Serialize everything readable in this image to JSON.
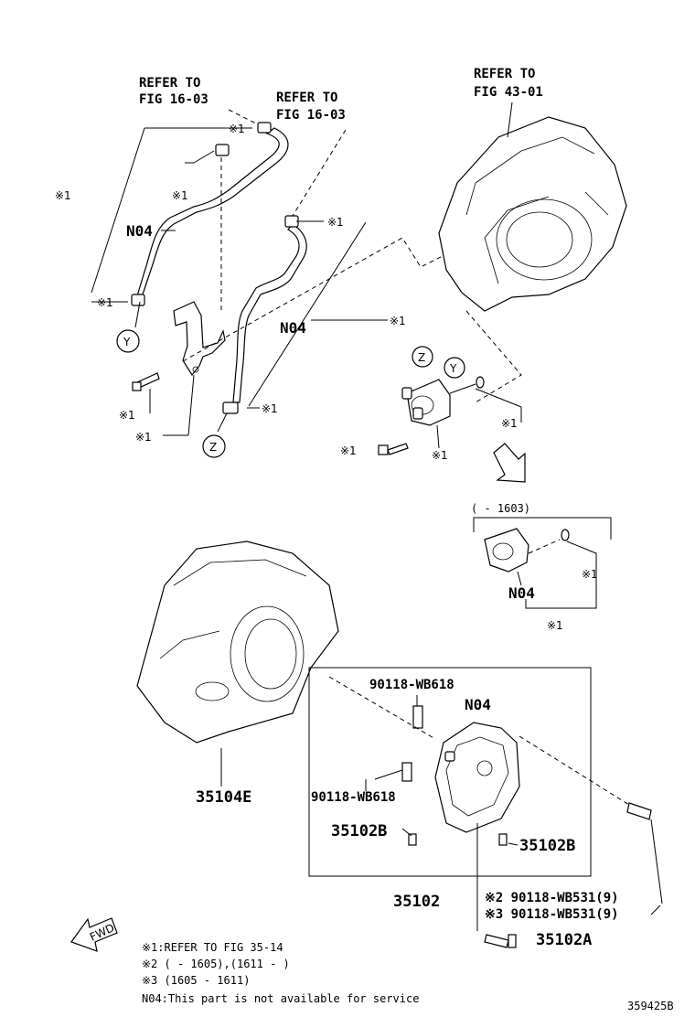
{
  "refs": {
    "ref_a_line1": "REFER TO",
    "ref_a_line2": "FIG 16-03",
    "ref_b_line1": "REFER TO",
    "ref_b_line2": "FIG 16-03",
    "ref_c_line1": "REFER TO",
    "ref_c_line2": "FIG 43-01"
  },
  "marks": {
    "x1": "※1",
    "x1_alt": "※1"
  },
  "codes": {
    "n04": "N04",
    "y": "Y",
    "z": "Z"
  },
  "variant": {
    "range": "(      - 1603)"
  },
  "parts": {
    "p_35104E": "35104E",
    "p_bolt_a": "90118-WB618",
    "p_bolt_b": "90118-WB618",
    "p_n04": "N04",
    "p_35102B_left": "35102B",
    "p_35102B_right": "35102B",
    "p_35102": "35102",
    "p_wb531_a": "※2 90118-WB531(9)",
    "p_wb531_b": "※3 90118-WB531(9)",
    "p_35102A": "35102A"
  },
  "notes": {
    "n1": "※1:REFER TO FIG 35-14",
    "n2": "※2 (       - 1605),(1611 -       )",
    "n3": "※3 (1605 - 1611)",
    "n4": "N04:This part is not available for service"
  },
  "fwd": "FWD",
  "figure_id": "359425B"
}
